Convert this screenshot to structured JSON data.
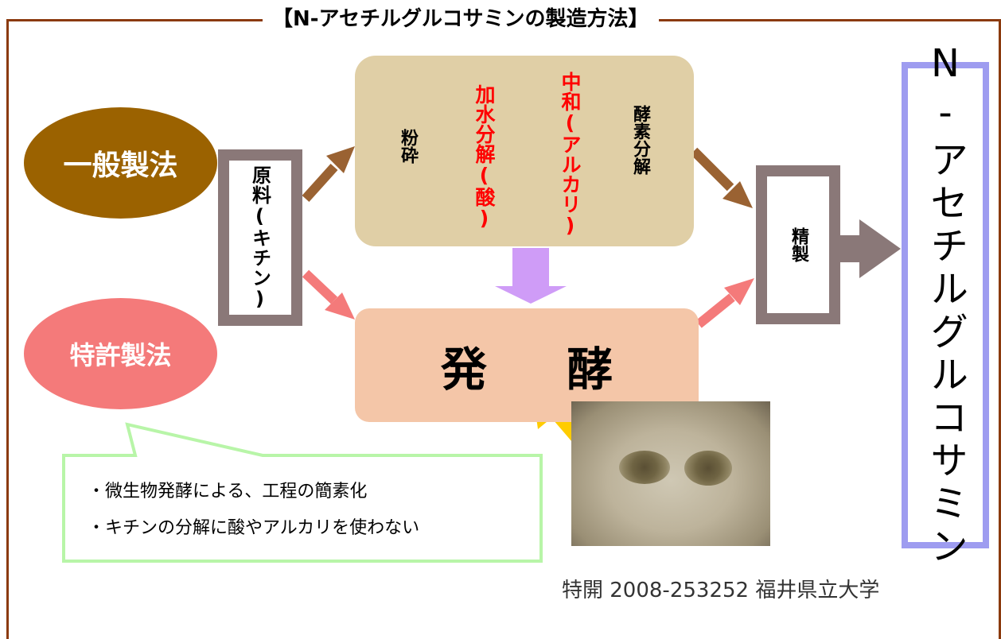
{
  "title": "【N-アセチルグルコサミンの製造方法】",
  "methods": {
    "general": "一般製法",
    "patent": "特許製法"
  },
  "raw_material": "原料(キチン)",
  "process_steps": {
    "grinding": "粉砕",
    "hydrolysis": "加水分解(酸)",
    "neutralization": "中和(アルカリ)",
    "enzymatic": "酵素分解"
  },
  "fermentation": "発 酵",
  "refining": "精製",
  "product": "N-アセチルグルコサミン",
  "callout": {
    "line1": "・微生物発酵による、工程の簡素化",
    "line2": "・キチンの分解に酸やアルカリを使わない"
  },
  "citation": "特開 2008-253252 福井県立大学",
  "colors": {
    "frame": "#8b3a0e",
    "general_oval": "#9b6200",
    "patent_oval": "#f47a7a",
    "process_block": "#e0cfa6",
    "fermentation_block": "#f4c6a8",
    "red_text": "#ff0000",
    "box_border": "#8a7878",
    "product_border": "#9e9cf0",
    "callout_border": "#b8f5a8",
    "arrow_brown": "#9a6232",
    "arrow_pink": "#f47a7a",
    "arrow_purple": "#cf9cf7",
    "arrow_gray": "#8a7878",
    "arrow_yellow": "#ffcc00"
  }
}
